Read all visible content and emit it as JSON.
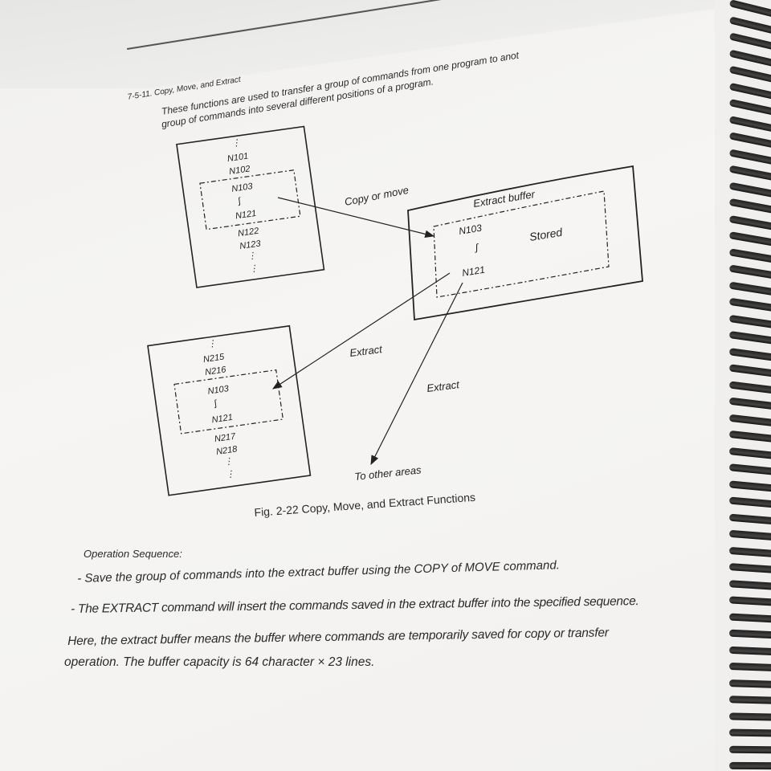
{
  "section": {
    "number_title": "7-5-11.  Copy, Move, and Extract",
    "intro_line1": "These functions are used to transfer a group of commands from one program to anot",
    "intro_line2": "group of commands into several different positions of a program."
  },
  "diagram": {
    "top_block": {
      "lines": [
        "N101",
        "N102",
        "N103",
        "N121",
        "N122",
        "N123"
      ]
    },
    "bottom_block": {
      "lines": [
        "N215",
        "N216",
        "N103",
        "N121",
        "N217",
        "N218"
      ]
    },
    "buffer": {
      "title": "Extract buffer",
      "start": "N103",
      "end": "N121",
      "status": "Stored"
    },
    "arrow_labels": {
      "copy_move": "Copy or move",
      "extract_left": "Extract",
      "extract_right": "Extract",
      "other_areas": "To other areas"
    },
    "caption": "Fig. 2-22  Copy, Move, and Extract Functions"
  },
  "operation": {
    "heading": "Operation Sequence:",
    "step1": "- Save the group of commands into the extract buffer using the COPY of MOVE command.",
    "step2": "- The EXTRACT command will insert the commands saved in the extract buffer into the specified sequence.",
    "note_line1": "Here, the extract buffer means the buffer where commands are temporarily saved for copy or transfer",
    "note_line2": "operation. The buffer capacity is 64 character × 23 lines."
  }
}
